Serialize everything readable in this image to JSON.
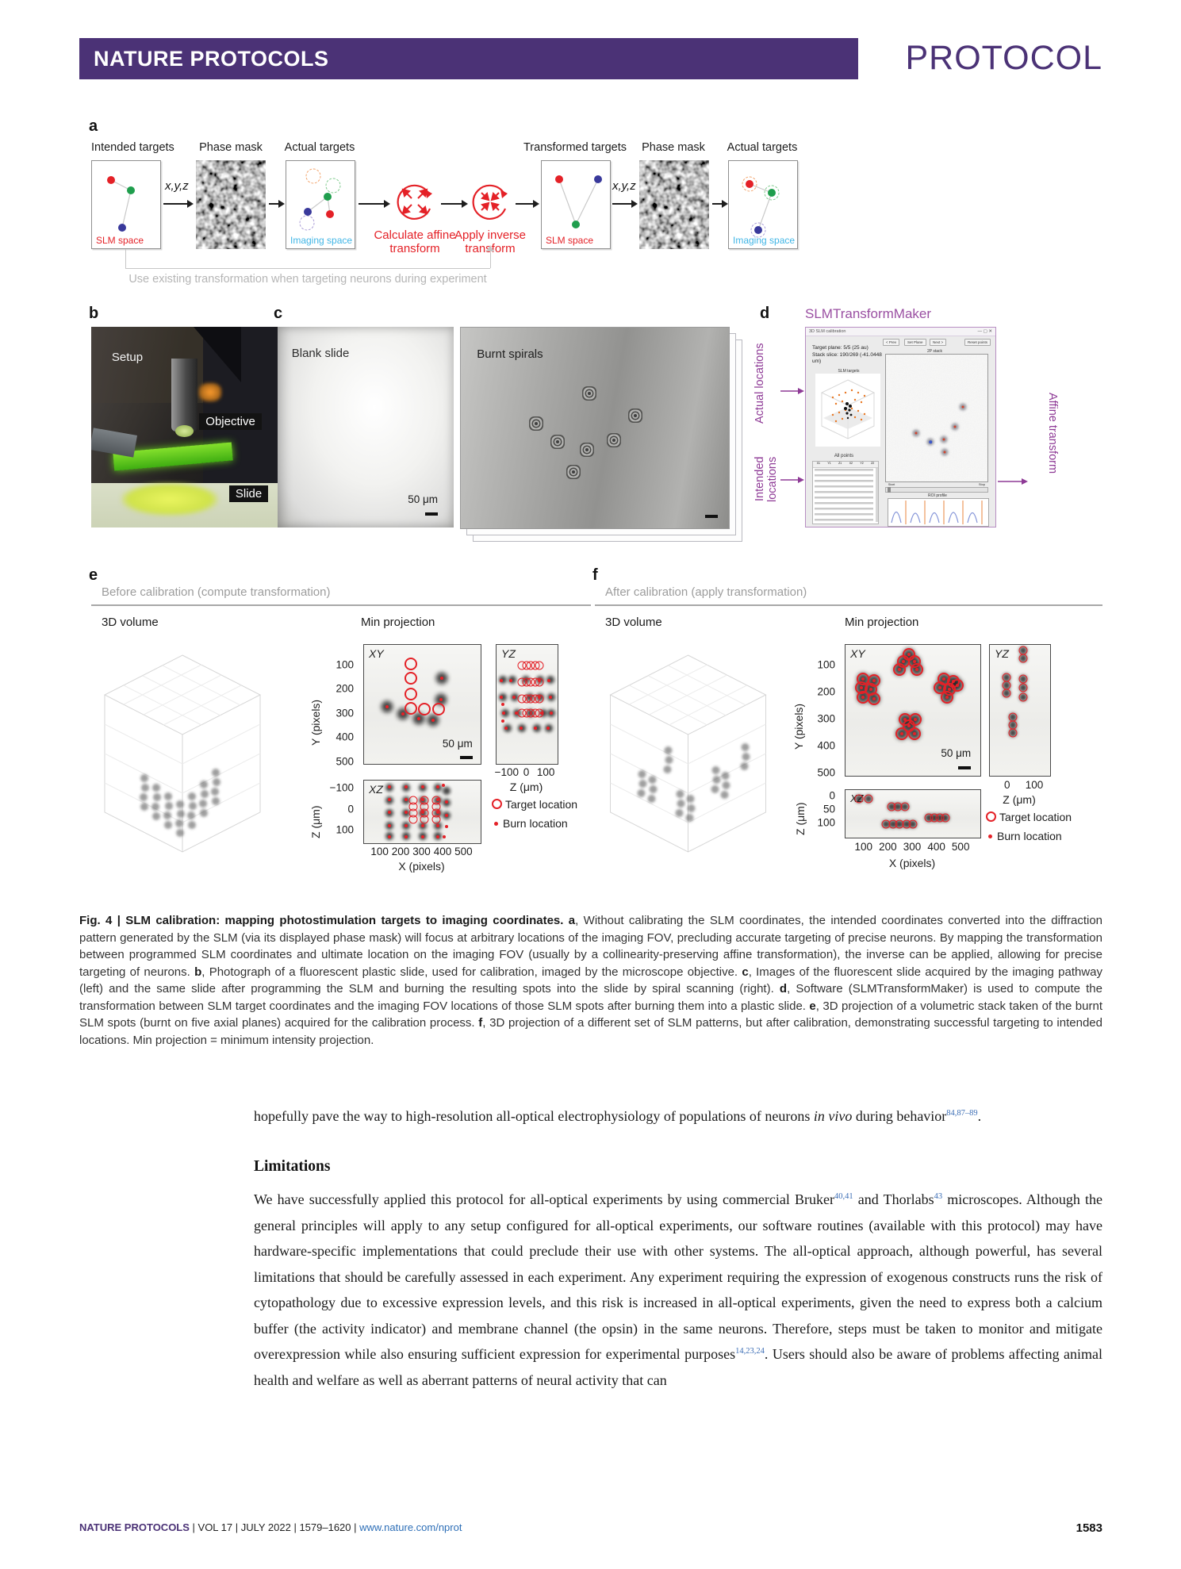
{
  "header": {
    "journal": "NATURE PROTOCOLS",
    "article_type": "PROTOCOL"
  },
  "panel_a": {
    "label": "a",
    "labels": {
      "intended": "Intended targets",
      "phase1": "Phase mask",
      "actual1": "Actual targets",
      "transformed": "Transformed targets",
      "phase2": "Phase mask",
      "actual2": "Actual targets"
    },
    "xyz": "x,y,z",
    "slm_space": "SLM space",
    "imaging_space": "Imaging space",
    "calc_line1": "Calculate affine",
    "calc_line2": "transform",
    "inv_line1": "Apply inverse",
    "inv_line2": "transform",
    "feedback": "Use existing transformation when targeting neurons during experiment",
    "box1_points": [
      [
        28,
        22,
        "dr"
      ],
      [
        57,
        34,
        "dg"
      ],
      [
        44,
        76,
        "db"
      ]
    ],
    "box2_points": [
      [
        40,
        17,
        "ro"
      ],
      [
        69,
        28,
        "rg"
      ],
      [
        30,
        71,
        "rp"
      ],
      [
        60,
        41,
        "dg"
      ],
      [
        31,
        58,
        "db"
      ],
      [
        64,
        61,
        "dr"
      ]
    ],
    "box3_points": [
      [
        26,
        21,
        "dr"
      ],
      [
        82,
        21,
        "db"
      ],
      [
        50,
        73,
        "dg"
      ]
    ],
    "box4_points": [
      [
        30,
        26,
        "ro"
      ],
      [
        30,
        26,
        "dr"
      ],
      [
        63,
        36,
        "rg"
      ],
      [
        63,
        36,
        "dg"
      ],
      [
        43,
        79,
        "rp"
      ],
      [
        43,
        79,
        "db"
      ]
    ]
  },
  "panel_b": {
    "label": "b",
    "setup": "Setup",
    "objective": "Objective",
    "slide": "Slide"
  },
  "panel_c": {
    "label": "c",
    "blank": "Blank slide",
    "burnt": "Burnt spirals",
    "scale": "50 μm",
    "spirals": [
      [
        48,
        33
      ],
      [
        28,
        48
      ],
      [
        36,
        57
      ],
      [
        47,
        61
      ],
      [
        57,
        56
      ],
      [
        65,
        44
      ],
      [
        42,
        72
      ]
    ]
  },
  "panel_d": {
    "label": "d",
    "title": "SLMTransformMaker",
    "window_title": "3D SLM calibration",
    "window_controls": "—  ▢  ✕",
    "btn_prev": "< Prev",
    "btn_set": "Set Plane",
    "btn_next": "Next >",
    "btn_reset": "Reset points",
    "target_plane": "Target plane: 5/5 (25 au)",
    "stack_slice": "Stack slice: 190/269 (-41.0448 um)",
    "slm_targets": "SLM targets",
    "stack_label": "2P stack",
    "slider_start": "Start",
    "slider_stop": "Stop",
    "all_points": "All points",
    "table_cols": [
      "X1",
      "Y1",
      "Z1",
      "X2",
      "Y2",
      "Z2"
    ],
    "roi_profile": "ROI profile",
    "actual": "Actual locations",
    "intended": "Intended locations",
    "affine": "Affine transform",
    "stack_blobs": [
      [
        30,
        62
      ],
      [
        44,
        69
      ],
      [
        57,
        67
      ],
      [
        68,
        57
      ],
      [
        76,
        41
      ],
      [
        58,
        77
      ]
    ],
    "stack_dots": [
      [
        30,
        62
      ],
      [
        57,
        67
      ],
      [
        68,
        57
      ],
      [
        76,
        41
      ],
      [
        58,
        77
      ]
    ],
    "stack_blue": [
      [
        44,
        69
      ]
    ]
  },
  "panel_e": {
    "label": "e",
    "header": "Before calibration (compute transformation)",
    "volume_label": "3D volume",
    "minproj_label": "Min projection",
    "xy": "XY",
    "yz": "YZ",
    "xz": "XZ",
    "scale": "50 μm",
    "y_axis": "Y (pixels)",
    "x_axis": "X (pixels)",
    "z_axis": "Z (μm)",
    "y_ticks": [
      "100",
      "200",
      "300",
      "400",
      "500"
    ],
    "x_ticks": [
      "100",
      "200",
      "300",
      "400",
      "500"
    ],
    "yz_x_ticks": [
      "−100",
      "0",
      "100"
    ],
    "xz_z_ticks": [
      "−100",
      "0",
      "100"
    ],
    "legend_target": "Target location",
    "legend_burn": "Burn location",
    "xy_targets": [
      [
        40,
        16
      ],
      [
        40,
        28
      ],
      [
        40,
        41
      ],
      [
        40,
        53
      ],
      [
        52,
        54
      ],
      [
        64,
        54
      ]
    ],
    "xy_blobs": [
      [
        20,
        52
      ],
      [
        33,
        58
      ],
      [
        47,
        62
      ],
      [
        59,
        63
      ],
      [
        66,
        46
      ],
      [
        67,
        28
      ]
    ],
    "xy_dots": [
      [
        20,
        52
      ],
      [
        33,
        58
      ],
      [
        47,
        62
      ],
      [
        59,
        63
      ],
      [
        66,
        46
      ],
      [
        67,
        28
      ]
    ],
    "yz_targets": [
      [
        42,
        17
      ],
      [
        49,
        17
      ],
      [
        56,
        17
      ],
      [
        63,
        17
      ],
      [
        70,
        17
      ],
      [
        42,
        31
      ],
      [
        49,
        31
      ],
      [
        56,
        31
      ],
      [
        63,
        31
      ],
      [
        70,
        31
      ],
      [
        42,
        45
      ],
      [
        49,
        45
      ],
      [
        56,
        45
      ],
      [
        63,
        45
      ],
      [
        70,
        45
      ],
      [
        42,
        57
      ],
      [
        49,
        57
      ],
      [
        56,
        57
      ],
      [
        63,
        57
      ],
      [
        70,
        57
      ]
    ],
    "yz_blobs": [
      [
        10,
        29
      ],
      [
        26,
        29
      ],
      [
        48,
        29
      ],
      [
        72,
        29
      ],
      [
        88,
        29
      ],
      [
        10,
        44
      ],
      [
        30,
        44
      ],
      [
        54,
        44
      ],
      [
        72,
        44
      ],
      [
        90,
        44
      ],
      [
        14,
        57
      ],
      [
        34,
        57
      ],
      [
        56,
        57
      ],
      [
        76,
        57
      ],
      [
        90,
        57
      ],
      [
        18,
        70
      ],
      [
        42,
        70
      ],
      [
        66,
        70
      ],
      [
        86,
        70
      ]
    ],
    "yz_dots": [
      [
        8,
        30
      ],
      [
        24,
        30
      ],
      [
        70,
        30
      ],
      [
        86,
        30
      ],
      [
        8,
        44
      ],
      [
        28,
        44
      ],
      [
        70,
        44
      ],
      [
        88,
        44
      ],
      [
        12,
        57
      ],
      [
        32,
        57
      ],
      [
        74,
        57
      ],
      [
        90,
        57
      ],
      [
        16,
        70
      ],
      [
        40,
        70
      ],
      [
        64,
        70
      ],
      [
        84,
        70
      ],
      [
        10,
        50
      ],
      [
        10,
        64
      ]
    ],
    "xz_targets": [
      [
        42,
        32
      ],
      [
        42,
        42
      ],
      [
        42,
        52
      ],
      [
        42,
        62
      ],
      [
        52,
        32
      ],
      [
        52,
        42
      ],
      [
        52,
        52
      ],
      [
        52,
        62
      ],
      [
        62,
        32
      ],
      [
        62,
        42
      ],
      [
        62,
        52
      ],
      [
        62,
        62
      ]
    ],
    "xz_blobs": [
      [
        22,
        12
      ],
      [
        22,
        32
      ],
      [
        22,
        52
      ],
      [
        22,
        72
      ],
      [
        22,
        88
      ],
      [
        36,
        12
      ],
      [
        36,
        32
      ],
      [
        36,
        52
      ],
      [
        36,
        72
      ],
      [
        36,
        88
      ],
      [
        50,
        12
      ],
      [
        50,
        32
      ],
      [
        50,
        52
      ],
      [
        50,
        72
      ],
      [
        50,
        88
      ],
      [
        63,
        12
      ],
      [
        63,
        32
      ],
      [
        63,
        52
      ],
      [
        63,
        72
      ],
      [
        63,
        88
      ],
      [
        71,
        16
      ],
      [
        71,
        36
      ],
      [
        71,
        56
      ]
    ],
    "xz_dots": [
      [
        22,
        10
      ],
      [
        22,
        30
      ],
      [
        22,
        50
      ],
      [
        22,
        72
      ],
      [
        22,
        90
      ],
      [
        36,
        10
      ],
      [
        36,
        30
      ],
      [
        36,
        50
      ],
      [
        36,
        72
      ],
      [
        36,
        90
      ],
      [
        50,
        10
      ],
      [
        50,
        30
      ],
      [
        50,
        50
      ],
      [
        50,
        72
      ],
      [
        50,
        90
      ],
      [
        63,
        10
      ],
      [
        63,
        30
      ],
      [
        63,
        50
      ],
      [
        63,
        72
      ],
      [
        63,
        90
      ],
      [
        68,
        8
      ],
      [
        71,
        34
      ],
      [
        71,
        56
      ],
      [
        71,
        74
      ],
      [
        69,
        90
      ]
    ]
  },
  "panel_f": {
    "label": "f",
    "header": "After calibration (apply transformation)",
    "volume_label": "3D volume",
    "minproj_label": "Min projection",
    "xy": "XY",
    "yz": "YZ",
    "xz": "XZ",
    "scale": "50 μm",
    "y_axis": "Y (pixels)",
    "x_axis": "X (pixels)",
    "z_axis": "Z (μm)",
    "y_ticks": [
      "100",
      "200",
      "300",
      "400",
      "500"
    ],
    "x_ticks": [
      "100",
      "200",
      "300",
      "400",
      "500"
    ],
    "yz_x_ticks": [
      "0",
      "100"
    ],
    "xz_z_ticks": [
      "0",
      "50",
      "100"
    ],
    "legend_target": "Target location",
    "legend_burn": "Burn location",
    "xy_targets": [
      [
        47,
        7
      ],
      [
        43,
        13
      ],
      [
        51,
        13
      ],
      [
        40,
        19
      ],
      [
        53,
        19
      ],
      [
        13,
        26
      ],
      [
        21,
        27
      ],
      [
        12,
        33
      ],
      [
        19,
        34
      ],
      [
        13,
        40
      ],
      [
        21,
        41
      ],
      [
        73,
        26
      ],
      [
        80,
        28
      ],
      [
        70,
        33
      ],
      [
        77,
        34
      ],
      [
        83,
        31
      ],
      [
        75,
        40
      ],
      [
        44,
        57
      ],
      [
        52,
        57
      ],
      [
        47,
        62
      ],
      [
        42,
        68
      ],
      [
        51,
        68
      ]
    ],
    "xy_blobs": [
      [
        47,
        7
      ],
      [
        43,
        13
      ],
      [
        51,
        13
      ],
      [
        40,
        19
      ],
      [
        53,
        19
      ],
      [
        13,
        26
      ],
      [
        21,
        27
      ],
      [
        12,
        33
      ],
      [
        19,
        34
      ],
      [
        13,
        40
      ],
      [
        21,
        41
      ],
      [
        73,
        26
      ],
      [
        80,
        28
      ],
      [
        70,
        33
      ],
      [
        77,
        34
      ],
      [
        83,
        31
      ],
      [
        75,
        40
      ],
      [
        44,
        57
      ],
      [
        52,
        57
      ],
      [
        47,
        62
      ],
      [
        42,
        68
      ],
      [
        51,
        68
      ]
    ],
    "xy_dots": [
      [
        47,
        7
      ],
      [
        43,
        13
      ],
      [
        51,
        13
      ],
      [
        40,
        19
      ],
      [
        53,
        19
      ],
      [
        13,
        26
      ],
      [
        21,
        27
      ],
      [
        12,
        33
      ],
      [
        19,
        34
      ],
      [
        13,
        40
      ],
      [
        21,
        41
      ],
      [
        73,
        26
      ],
      [
        80,
        28
      ],
      [
        70,
        33
      ],
      [
        77,
        34
      ],
      [
        83,
        31
      ],
      [
        75,
        40
      ],
      [
        44,
        57
      ],
      [
        52,
        57
      ],
      [
        47,
        62
      ],
      [
        42,
        68
      ],
      [
        51,
        68
      ]
    ],
    "yz_targets": [
      [
        55,
        4
      ],
      [
        55,
        10
      ],
      [
        28,
        25
      ],
      [
        28,
        31
      ],
      [
        28,
        37
      ],
      [
        55,
        26
      ],
      [
        55,
        33
      ],
      [
        55,
        40
      ],
      [
        38,
        55
      ],
      [
        38,
        61
      ],
      [
        38,
        67
      ]
    ],
    "yz_blobs": [
      [
        55,
        4
      ],
      [
        55,
        10
      ],
      [
        28,
        25
      ],
      [
        28,
        31
      ],
      [
        28,
        37
      ],
      [
        55,
        26
      ],
      [
        55,
        33
      ],
      [
        55,
        40
      ],
      [
        38,
        55
      ],
      [
        38,
        61
      ],
      [
        38,
        67
      ]
    ],
    "xz_targets": [
      [
        10,
        18
      ],
      [
        17,
        18
      ],
      [
        34,
        35
      ],
      [
        39,
        35
      ],
      [
        44,
        35
      ],
      [
        30,
        72
      ],
      [
        35,
        72
      ],
      [
        40,
        72
      ],
      [
        45,
        72
      ],
      [
        50,
        72
      ],
      [
        62,
        58
      ],
      [
        66,
        58
      ],
      [
        70,
        58
      ],
      [
        74,
        58
      ]
    ],
    "xz_blobs": [
      [
        10,
        18
      ],
      [
        17,
        18
      ],
      [
        34,
        35
      ],
      [
        39,
        35
      ],
      [
        44,
        35
      ],
      [
        30,
        72
      ],
      [
        35,
        72
      ],
      [
        40,
        72
      ],
      [
        45,
        72
      ],
      [
        50,
        72
      ],
      [
        62,
        58
      ],
      [
        66,
        58
      ],
      [
        70,
        58
      ],
      [
        74,
        58
      ]
    ]
  },
  "caption": {
    "runs": [
      {
        "t": "Fig. 4 | SLM calibration: mapping photostimulation targets to imaging coordinates. ",
        "b": 1
      },
      {
        "t": "a",
        "b": 1
      },
      {
        "t": ", Without calibrating the SLM coordinates, the intended coordinates converted into the diffraction pattern generated by the SLM (via its displayed phase mask) will focus at arbitrary locations of the imaging FOV, precluding accurate targeting of precise neurons. By mapping the transformation between programmed SLM coordinates and ultimate location on the imaging FOV (usually by a collinearity-preserving affine transformation), the inverse can be applied, allowing for precise targeting of neurons. "
      },
      {
        "t": "b",
        "b": 1
      },
      {
        "t": ", Photograph of a fluorescent plastic slide, used for calibration, imaged by the microscope objective. "
      },
      {
        "t": "c",
        "b": 1
      },
      {
        "t": ", Images of the fluorescent slide acquired by the imaging pathway (left) and the same slide after programming the SLM and burning the resulting spots into the slide by spiral scanning (right). "
      },
      {
        "t": "d",
        "b": 1
      },
      {
        "t": ", Software (SLMTransformMaker) is used to compute the transformation between SLM target coordinates and the imaging FOV locations of those SLM spots after burning them into a plastic slide. "
      },
      {
        "t": "e",
        "b": 1
      },
      {
        "t": ", 3D projection of a volumetric stack taken of the burnt SLM spots (burnt on five axial planes) acquired for the calibration process. "
      },
      {
        "t": "f",
        "b": 1
      },
      {
        "t": ", 3D projection of a different set of SLM patterns, but after calibration, demonstrating successful targeting to intended locations. Min projection = minimum intensity projection."
      }
    ]
  },
  "body": {
    "p1_runs": [
      {
        "t": "hopefully pave the way to high-resolution all-optical electrophysiology of populations of neurons "
      },
      {
        "t": "in vivo",
        "i": 1
      },
      {
        "t": " during behavior"
      },
      {
        "t": "84,87–89",
        "sup": 1,
        "blue": 1
      },
      {
        "t": "."
      }
    ],
    "heading": "Limitations",
    "p2_runs": [
      {
        "t": "We have successfully applied this protocol for all-optical experiments by using commercial Bruker"
      },
      {
        "t": "40,41",
        "sup": 1,
        "blue": 1
      },
      {
        "t": " and Thorlabs"
      },
      {
        "t": "43",
        "sup": 1,
        "blue": 1
      },
      {
        "t": " microscopes. Although the general principles will apply to any setup configured for all-optical experiments, our software routines (available with this protocol) may have hardware-specific implementations that could preclude their use with other systems. The all-optical approach, although powerful, has several limitations that should be carefully assessed in each experiment. Any experiment requiring the expression of exogenous constructs runs the risk of cytopathology due to excessive expression levels, and this risk is increased in all-optical experiments, given the need to express both a calcium buffer (the activity indicator) and membrane channel (the opsin) in the same neurons. Therefore, steps must be taken to monitor and mitigate overexpression while also ensuring sufficient expression for experimental purposes"
      },
      {
        "t": "14,23,24",
        "sup": 1,
        "blue": 1
      },
      {
        "t": ". Users should also be aware of problems affecting animal health and welfare as well as aberrant patterns of neural activity that can"
      }
    ]
  },
  "footer": {
    "runs": [
      {
        "t": "NATURE PROTOCOLS",
        "b": 1,
        "purple": 1
      },
      {
        "t": " | VOL 17 | JULY 2022 | 1579–1620 | "
      },
      {
        "t": "www.nature.com/nprot",
        "link": 1
      }
    ],
    "page": "1583"
  }
}
